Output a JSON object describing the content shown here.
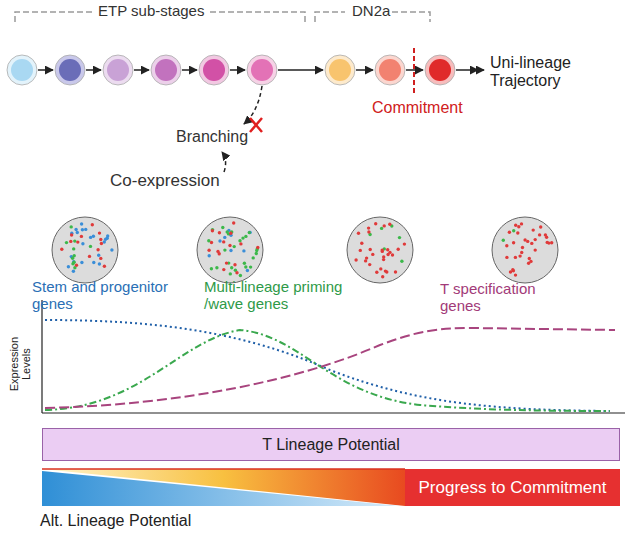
{
  "diagram": {
    "nodes": [
      {
        "text": [
          "T Lineage Potential"
        ]
      },
      {
        "text": [
          "Progress to Commitment"
        ]
      }
    ],
    "labels": [
      "ETP sub-stages",
      "DN2a",
      "Uni-lineage Trajectory",
      "Commitment",
      "Branching",
      "Co-expression",
      "Stem and progenitor genes",
      "Multi-lineage priming /wave genes",
      "T specification genes",
      "Expression Levels",
      "Alt. Lineage Potential"
    ]
  }
}
